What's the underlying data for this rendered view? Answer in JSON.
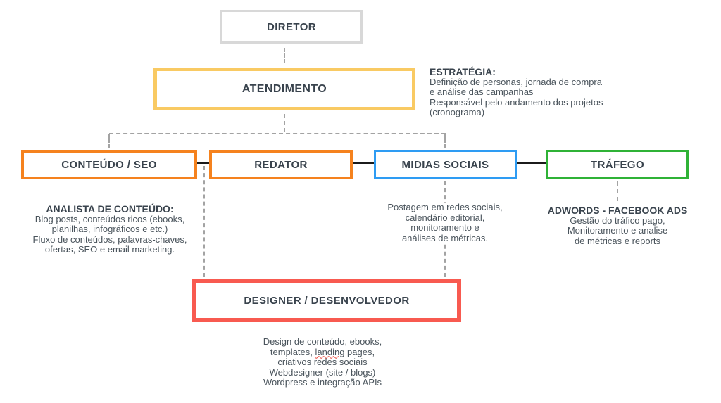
{
  "diagram_title": "Organograma de agência de marketing digital",
  "colors": {
    "diretor_border": "#d8d8d8",
    "atendimento_border": "#f9ca63",
    "orange_border": "#f5821e",
    "blue_border": "#2e9cf3",
    "green_border": "#2fb236",
    "red_border": "#f85a50",
    "solid_connector": "#1b1b1b",
    "dashed_connector": "#a3a3a3",
    "heading_text": "#39434d",
    "body_text": "#4a545c",
    "spellcheck_underline": "#e8443a"
  },
  "nodes": {
    "diretor": {
      "label": "DIRETOR",
      "border": "#d8d8d8"
    },
    "atendimento": {
      "label": "ATENDIMENTO",
      "border": "#f9ca63"
    },
    "conteudo_seo": {
      "label": "CONTEÚDO / SEO",
      "border": "#f5821e"
    },
    "redator": {
      "label": "REDATOR",
      "border": "#f5821e"
    },
    "midias_sociais": {
      "label": "MIDIAS SOCIAIS",
      "border": "#2e9cf3"
    },
    "trafego": {
      "label": "TRÁFEGO",
      "border": "#2fb236"
    },
    "designer": {
      "label": "DESIGNER / DESENVOLVEDOR",
      "border": "#f85a50"
    }
  },
  "annotations": {
    "estrategia": {
      "title": "ESTRATÉGIA:",
      "lines": [
        "Definição de personas, jornada de compra",
        "e análise das campanhas",
        "Responsável pelo andamento dos projetos",
        "(cronograma)"
      ]
    },
    "conteudo": {
      "title": "ANALISTA DE CONTEÚDO:",
      "lines": [
        "Blog posts, conteúdos ricos (ebooks,",
        "planilhas, infográficos e etc.)",
        "Fluxo de conteúdos, palavras-chaves,",
        "ofertas, SEO e email marketing."
      ]
    },
    "midias": {
      "lines": [
        "Postagem em redes sociais,",
        "calendário editorial,",
        "monitoramento e",
        "análises de métricas."
      ]
    },
    "trafego": {
      "title": "ADWORDS - FACEBOOK ADS",
      "lines": [
        "Gestão do tráfico pago,",
        "Monitoramento e analise",
        "de métricas e reports"
      ]
    },
    "designer": {
      "line1": "Design de conteúdo, ebooks,",
      "line2_pre": "templates, ",
      "line2_misspelled": "landing",
      "line2_post": " pages,",
      "line3": "criativos redes sociais",
      "line4": "Webdesigner (site / blogs)",
      "line5": "Wordpress e integração APIs"
    }
  }
}
